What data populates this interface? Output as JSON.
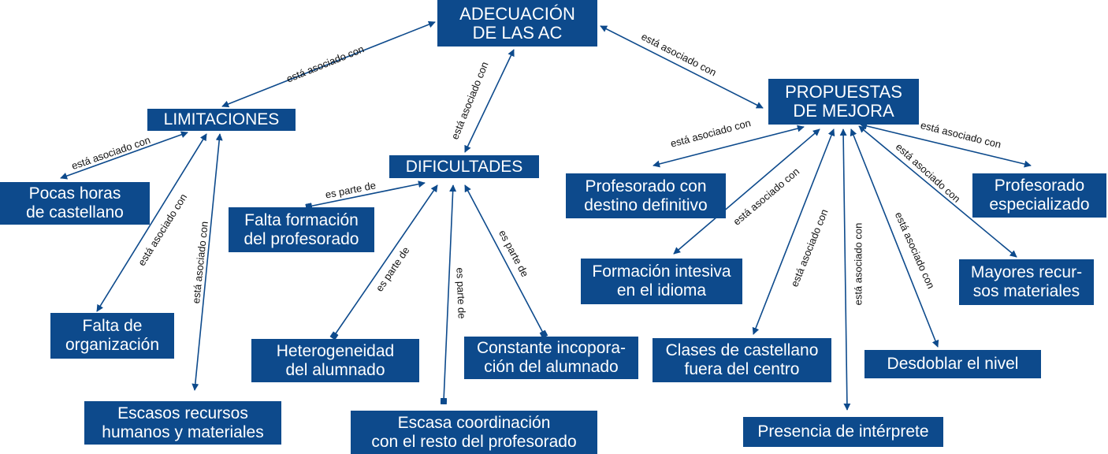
{
  "nodes": {
    "adecuacion": "ADECUACIÓN\nDE LAS AC",
    "limitaciones": "LIMITACIONES",
    "dificultades": "DIFICULTADES",
    "propuestas": "PROPUESTAS\nDE MEJORA",
    "pocas_horas": "Pocas horas\nde castellano",
    "falta_organizacion": "Falta de\norganización",
    "escasos_recursos": "Escasos recursos\nhumanos y materiales",
    "falta_formacion": "Falta formación\ndel profesorado",
    "heterogeneidad": "Heterogeneidad\ndel alumnado",
    "escasa_coordinacion": "Escasa coordinación\ncon el resto del profesorado",
    "constante_incorporacion": "Constante incopora-\nción del alumnado",
    "profesorado_destino": "Profesorado con\ndestino definitivo",
    "formacion_intensiva": "Formación intesiva\nen el idioma",
    "clases_castellano": "Clases de castellano\nfuera del centro",
    "presencia_interprete": "Presencia de intérprete",
    "desdoblar_nivel": "Desdoblar el nivel",
    "mayores_recursos": "Mayores recur-\nsos materiales",
    "profesorado_especializado": "Profesorado\nespecializado"
  },
  "edge_labels": {
    "asociado": "está asociado con",
    "parte": "es parte de"
  },
  "colors": {
    "node_fill": "#0d4a8c",
    "node_text": "#ffffff",
    "connector": "#0d4a8c",
    "label_text": "#111111"
  }
}
